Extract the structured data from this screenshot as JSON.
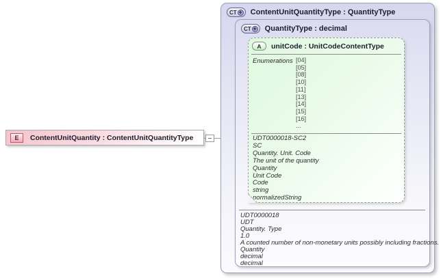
{
  "element": {
    "icon_letter": "E",
    "label": "ContentUnitQuantity : ContentUnitQuantityType"
  },
  "outer_type": {
    "icon_letters": "CT",
    "icon_plus": "+",
    "label": "ContentUnitQuantityType : QuantityType"
  },
  "inner_type": {
    "icon_letters": "CT",
    "icon_plus": "+",
    "label": "QuantityType : decimal",
    "annotation": [
      "UDT0000018",
      "UDT",
      "Quantity. Type",
      "1.0",
      "A counted number of non-monetary units possibly including fractions.",
      "Quantity",
      "decimal",
      "decimal"
    ]
  },
  "attribute": {
    "icon_letter": "A",
    "label": "unitCode : UnitCodeContentType",
    "enumerations_label": "Enumerations",
    "enumerations": [
      "[04]",
      "[05]",
      "[08]",
      "[10]",
      "[11]",
      "[13]",
      "[14]",
      "[15]",
      "[16]",
      "..."
    ],
    "annotation": [
      "UDT0000018-SC2",
      "SC",
      "Quantity. Unit. Code",
      "The unit of the quantity",
      "Quantity",
      "Unit Code",
      "Code",
      "string",
      "normalizedString"
    ]
  }
}
